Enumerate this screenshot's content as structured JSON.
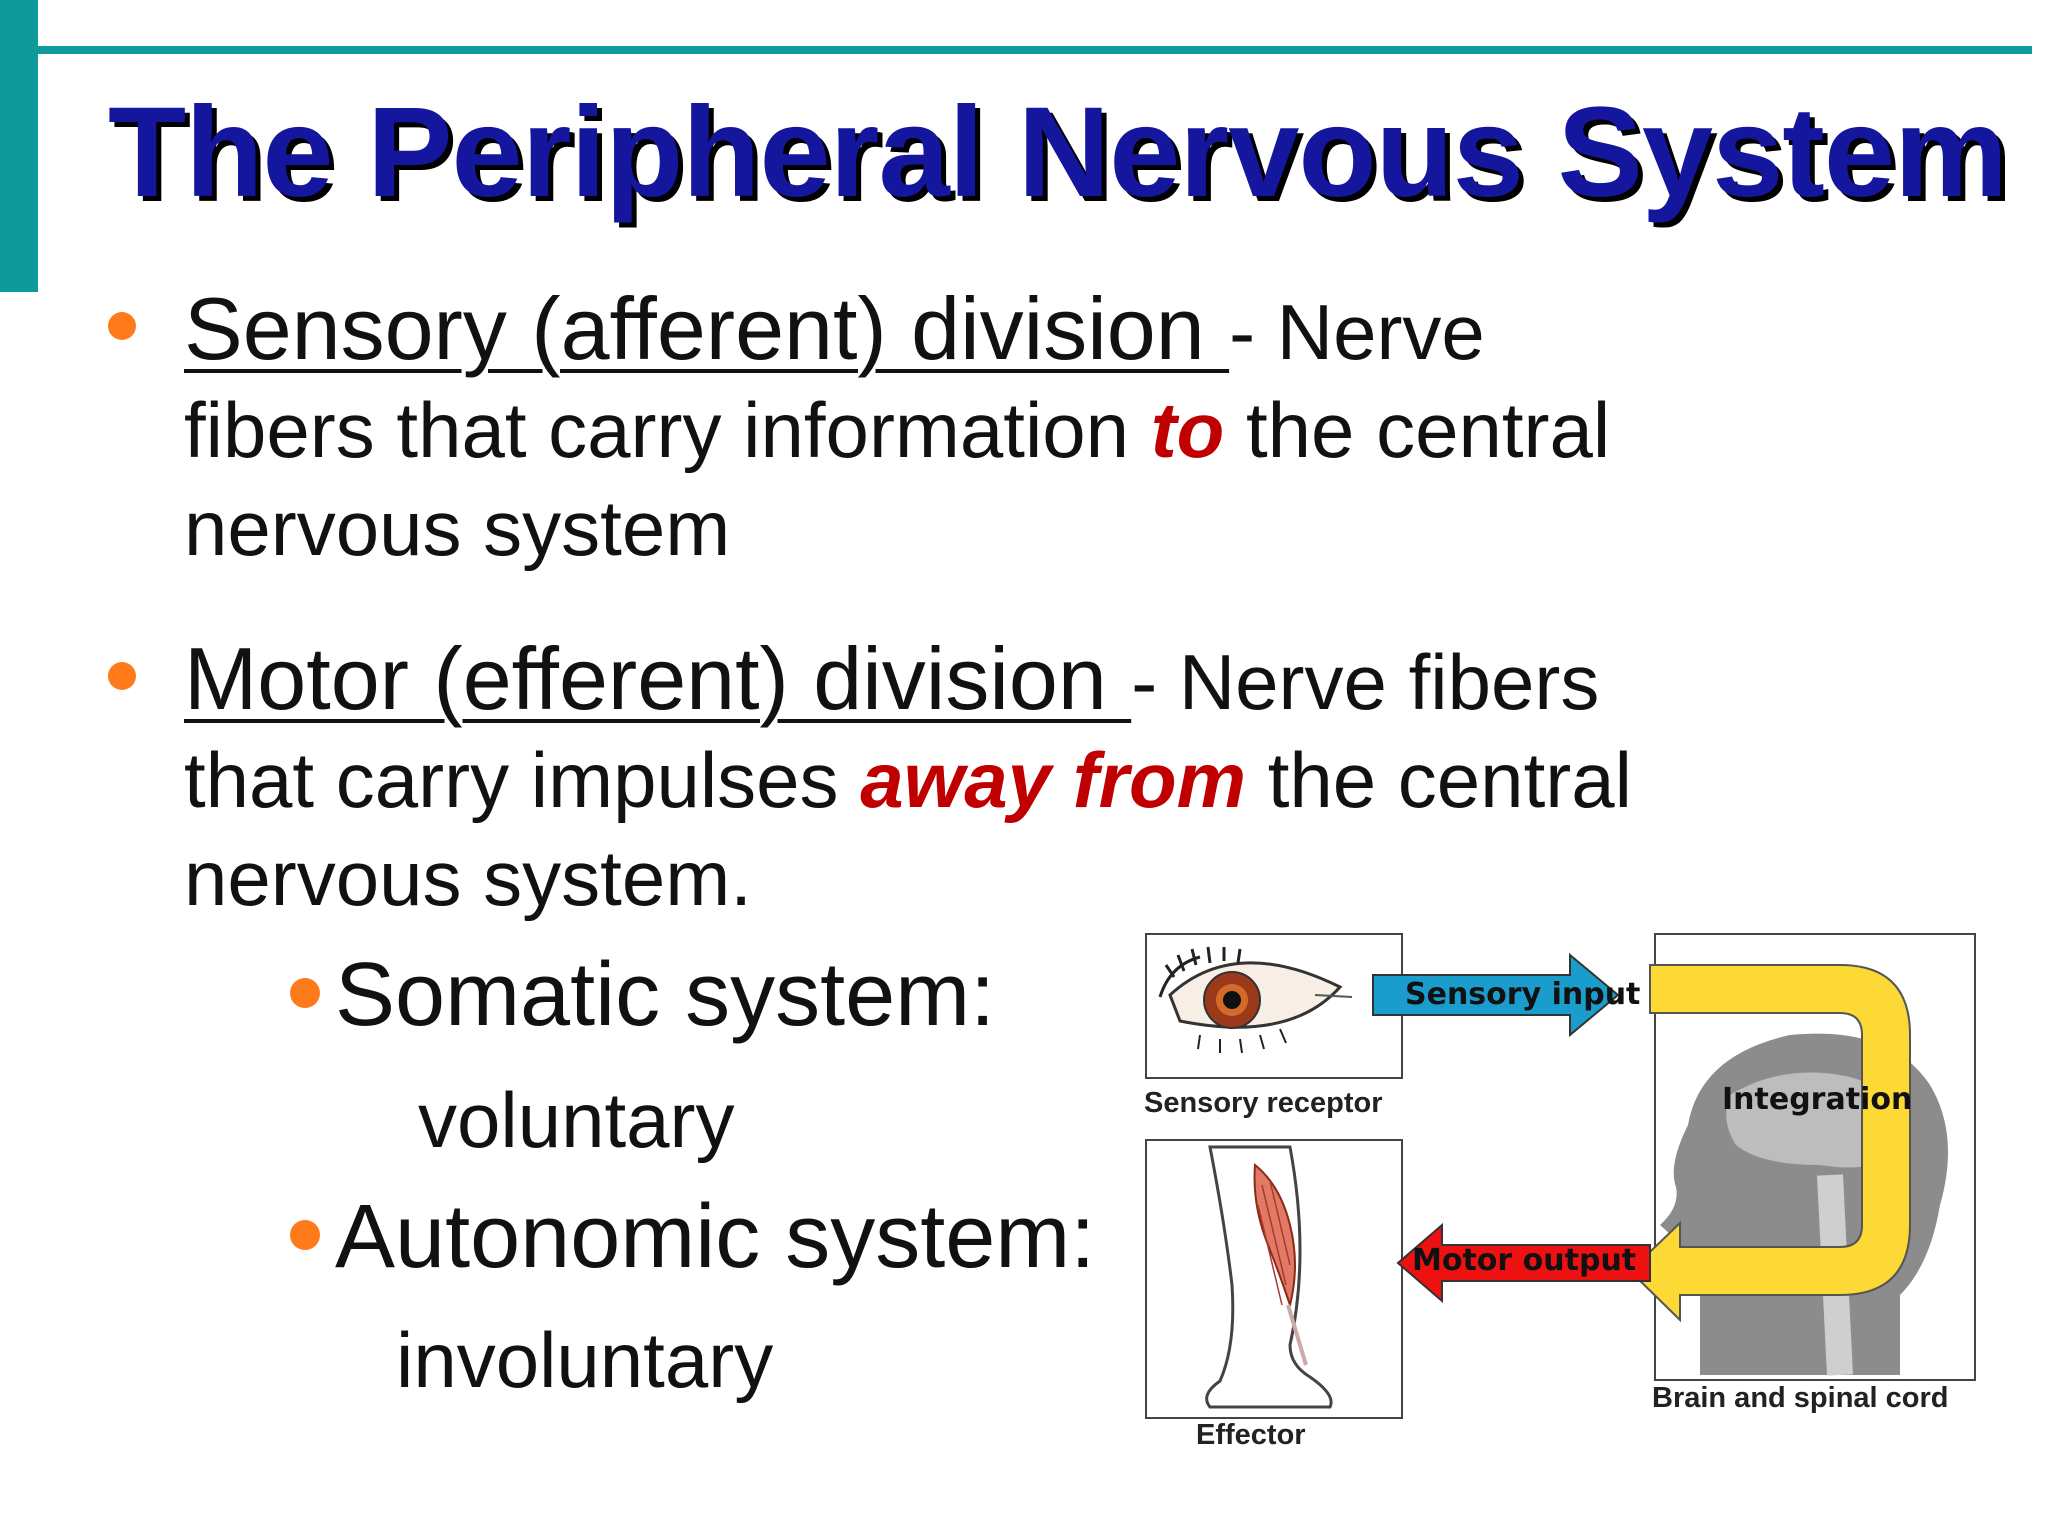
{
  "title": "The Peripheral Nervous System",
  "sensory": {
    "heading": "Sensory (afferent) division ",
    "dash": "- Nerve",
    "line2_pre": "fibers that carry information ",
    "line2_em": "to",
    "line2_post": " the central",
    "line3": "nervous system"
  },
  "motor": {
    "heading": "Motor (efferent) division ",
    "dash": "- Nerve fibers",
    "line2_pre": "that carry impulses ",
    "line2_em": "away from",
    "line2_post": " the central",
    "line3": "nervous system."
  },
  "somatic": {
    "label": "Somatic system:",
    "desc": "voluntary"
  },
  "autonomic": {
    "label": "Autonomic system:",
    "desc": "involuntary"
  },
  "figure": {
    "sensory_receptor": "Sensory receptor",
    "effector": "Effector",
    "brain_spinal": "Brain and spinal cord",
    "sensory_input": "Sensory input",
    "integration": "Integration",
    "motor_output": "Motor output"
  },
  "colors": {
    "accent_teal": "#0e9a9a",
    "title_blue": "#14169e",
    "bullet_orange": "#ff7a1a",
    "emphasis_red": "#c00000",
    "sensory_arrow": "#1a9ccc",
    "motor_arrow": "#ee1111",
    "integration_arrow": "#fcd934"
  },
  "icons": {
    "eye": "eye-icon",
    "leg": "leg-muscle-icon",
    "head": "head-silhouette-icon"
  }
}
